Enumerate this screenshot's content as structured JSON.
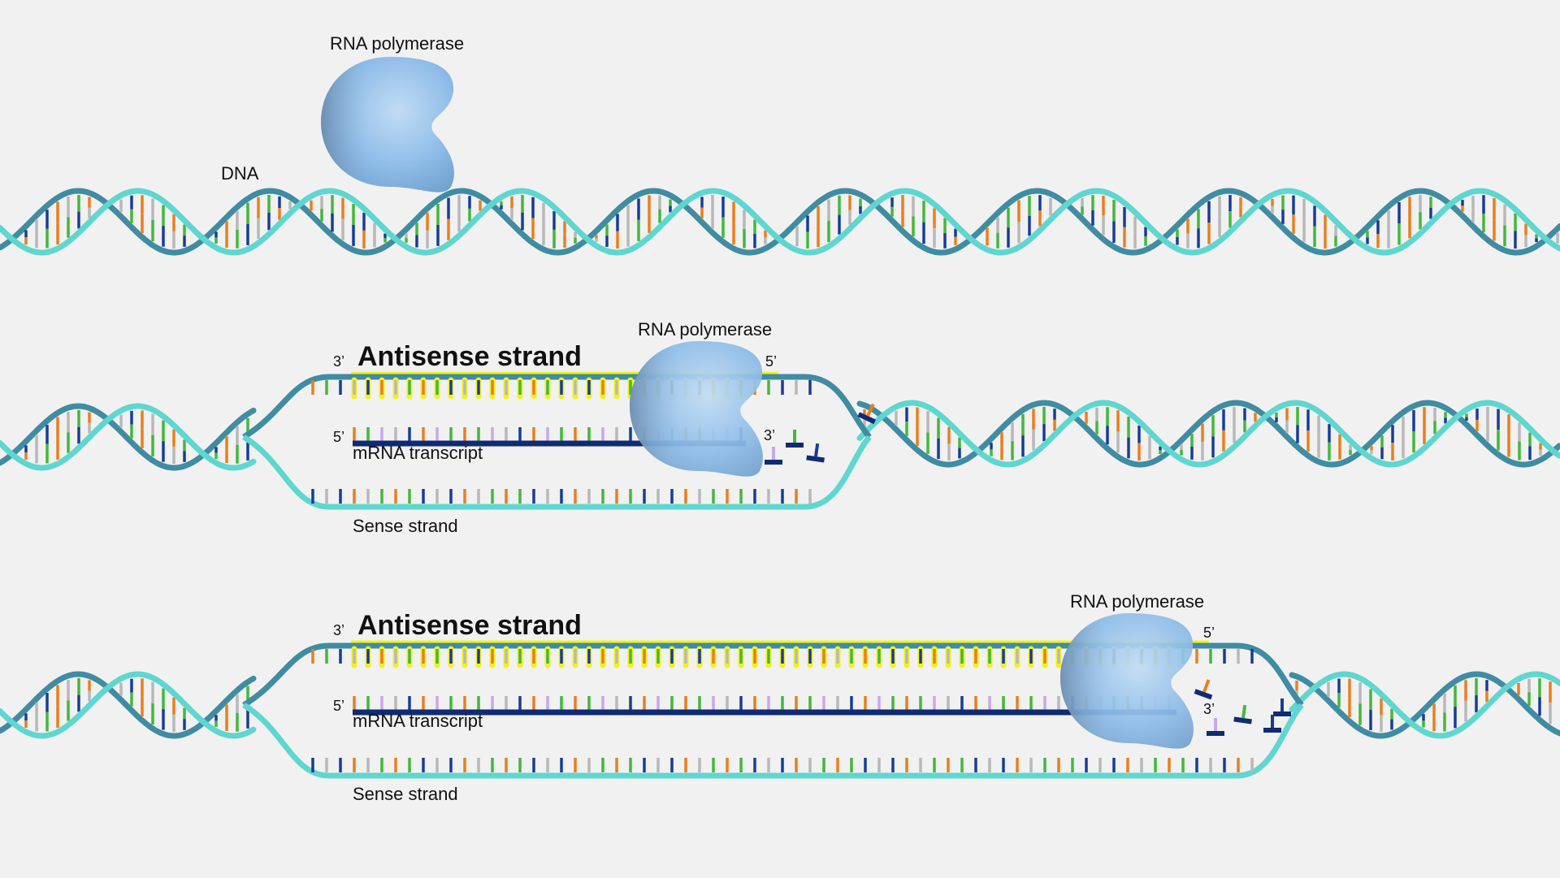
{
  "panels": [
    {
      "id": "dna",
      "polymerase_label": "RNA polymerase",
      "dna_label": "DNA"
    },
    {
      "id": "transcription-early",
      "polymerase_label": "RNA polymerase",
      "antisense_label": "Antisense strand",
      "antisense_3prime": "3’",
      "antisense_5prime": "5’",
      "mrna_5prime": "5’",
      "mrna_3prime": "3’",
      "mrna_label": "mRNA transcript",
      "sense_label": "Sense strand"
    },
    {
      "id": "transcription-late",
      "polymerase_label": "RNA polymerase",
      "antisense_label": "Antisense strand",
      "antisense_3prime": "3’",
      "antisense_5prime": "5’",
      "mrna_5prime": "5’",
      "mrna_3prime": "3’",
      "mrna_label": "mRNA transcript",
      "sense_label": "Sense strand"
    }
  ],
  "colors": {
    "background": "#f1f1f1",
    "strand_front": "#5fd6d0",
    "strand_back": "#3f8ca3",
    "polymerase": "#86b8e6",
    "mrna_backbone": "#0f2b75",
    "antisense_highlight": "#f2f21e",
    "base_orange": "#ea7e1c",
    "base_green": "#43b83b",
    "base_blue": "#173c9a",
    "base_gray": "#b8b8b8",
    "base_lilac": "#c8a8ec",
    "label_text": "#111111"
  }
}
